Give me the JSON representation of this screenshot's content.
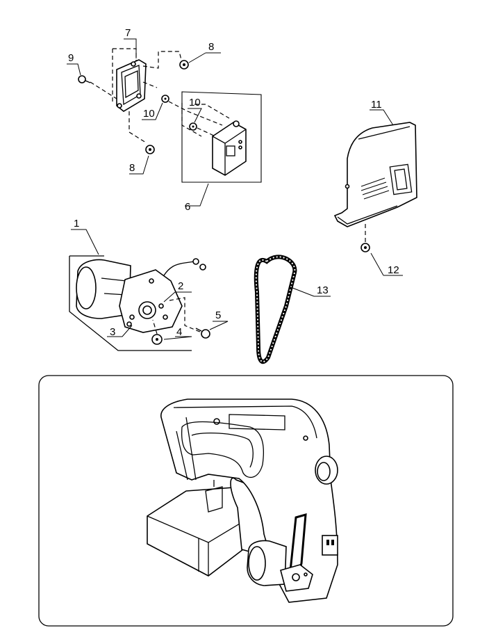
{
  "callouts": {
    "c1": "1",
    "c2": "2",
    "c3": "3",
    "c4": "4",
    "c5": "5",
    "c6": "6",
    "c7": "7",
    "c8a": "8",
    "c8b": "8",
    "c9": "9",
    "c10a": "10",
    "c10b": "10",
    "c11": "11",
    "c12": "12",
    "c13": "13"
  }
}
